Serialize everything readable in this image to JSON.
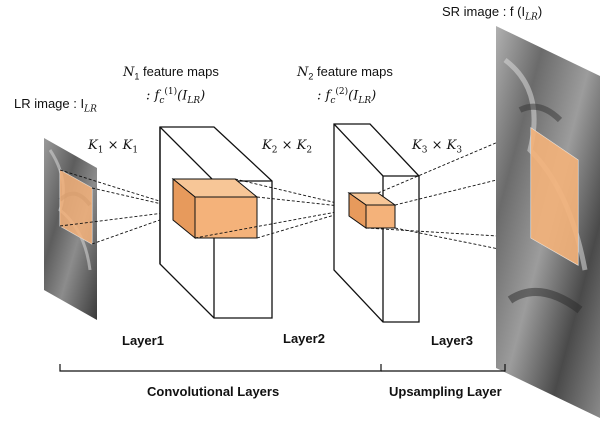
{
  "labels": {
    "lr_image": "LR image : I",
    "lr_sub": "LR",
    "sr_image": "SR image : f (I",
    "sr_sub": "LR",
    "sr_close": ")",
    "n1_title": "N",
    "n1_sub": "1",
    "n1_rest": " feature maps",
    "n1_func": ": f",
    "n1_func_sub": "c",
    "n1_func_sup": "(1)",
    "n1_func_arg": "(I",
    "n1_func_arg_sub": "LR",
    "n1_func_close": ")",
    "n2_title": "N",
    "n2_sub": "2",
    "n2_rest": " feature maps",
    "n2_func": ": f",
    "n2_func_sub": "c",
    "n2_func_sup": "(2)",
    "n2_func_arg": "(I",
    "n2_func_arg_sub": "LR",
    "n2_func_close": ")",
    "k1": "K",
    "k1_sub": "1",
    "k1_times": " × K",
    "k1_sub2": "1",
    "k2": "K",
    "k2_sub": "2",
    "k2_times": " × K",
    "k2_sub2": "2",
    "k3": "K",
    "k3_sub": "3",
    "k3_times": " × K",
    "k3_sub2": "3",
    "layer1": "Layer1",
    "layer2": "Layer2",
    "layer3": "Layer3",
    "conv_layers": "Convolutional Layers",
    "upsampling_layer": "Upsampling Layer"
  },
  "colors": {
    "patch_fill": "#f4b27a",
    "patch_side": "#e79a5c",
    "patch_top": "#f7c697",
    "line": "#111111"
  }
}
